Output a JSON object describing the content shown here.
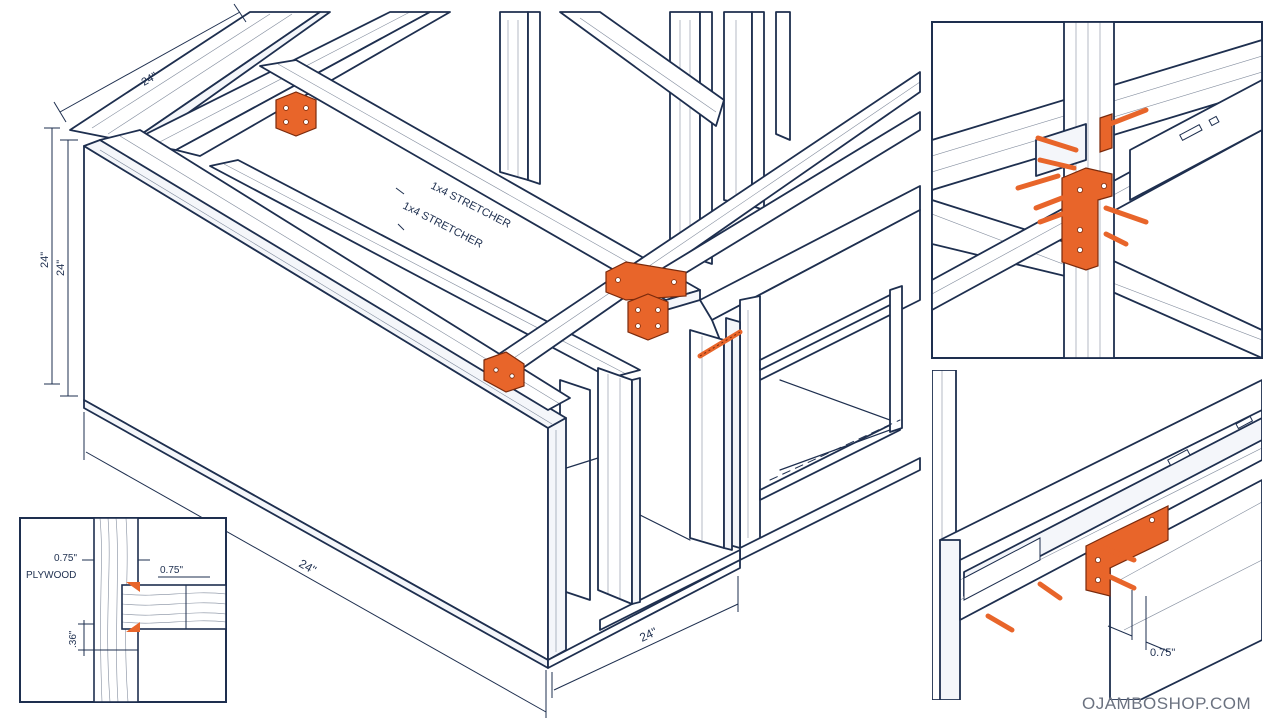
{
  "labels": {
    "dim_top_depth": "24\"",
    "dim_height_outer": "24\"",
    "dim_height_inner": "24\"",
    "dim_length": "24\"",
    "dim_width": "24\"",
    "stretcher_upper": "1x4 STRETCHER",
    "stretcher_lower": "1x4 STRETCHER",
    "inset_thickness": "0.75\"",
    "inset_material": "PLYWOOD",
    "inset_rail": "0.75\"",
    "inset_gap": ".36\"",
    "slide_offset": "0.75\""
  },
  "watermark": "OJAMBOSHOP.COM",
  "colors": {
    "line": "#1e2f4f",
    "hardware": "#e8652a"
  },
  "icons": [
    "corner-bracket-icon",
    "wood-screw-icon",
    "drawer-slide-icon"
  ]
}
